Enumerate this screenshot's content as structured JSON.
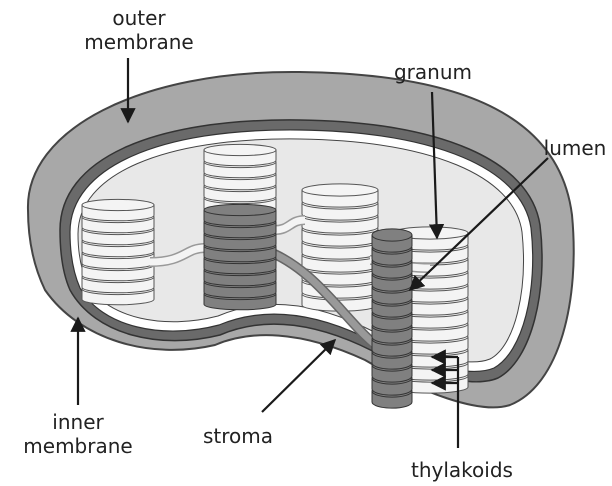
{
  "labels": {
    "outer_membrane": [
      "outer",
      "membrane"
    ],
    "granum": "granum",
    "lumen": "lumen",
    "inner_membrane": [
      "inner",
      "membrane"
    ],
    "stroma": "stroma",
    "thylakoids": "thylakoids"
  },
  "colors": {
    "outer_membrane": "#a8a8a8",
    "outer_edge": "#555555",
    "inner_membrane": "#6a6a6a",
    "stroma": "#e8e8e8",
    "thylakoid_fill": "#f4f4f4",
    "cut_thylakoid": "#808080",
    "line": "#1a1a1a"
  }
}
